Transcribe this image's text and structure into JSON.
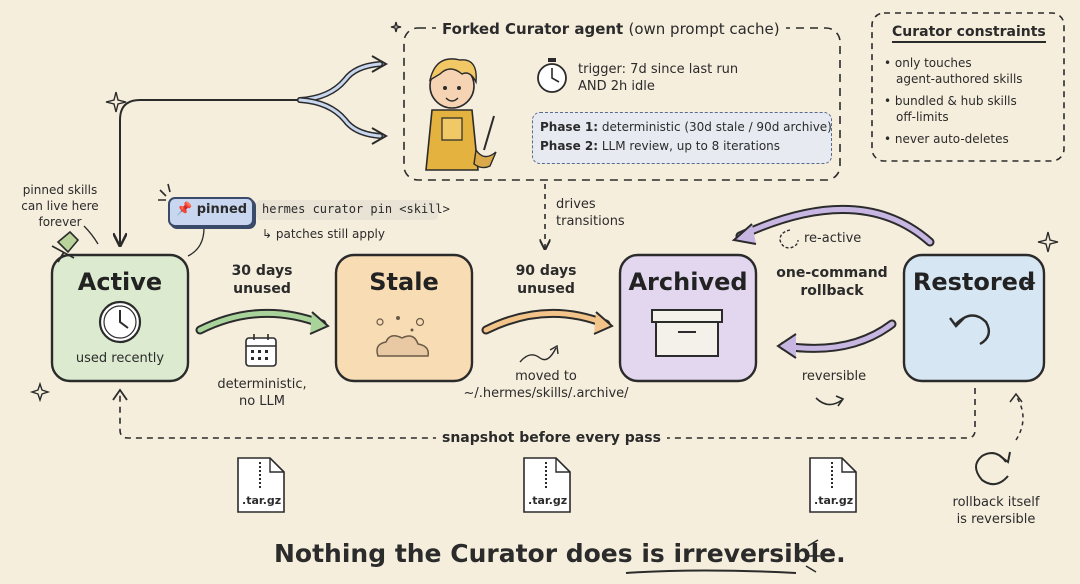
{
  "curator": {
    "title": "Forked Curator agent",
    "title_paren": "(own prompt cache)",
    "trigger_line1": "trigger: 7d since last run",
    "trigger_line2": "AND 2h idle",
    "phase1_label": "Phase 1:",
    "phase1_text": "deterministic (30d stale / 90d archive)",
    "phase2_label": "Phase 2:",
    "phase2_text": "LLM review, up to 8 iterations"
  },
  "constraints": {
    "title": "Curator constraints",
    "items": [
      "only touches",
      "agent-authored skills",
      "bundled & hub skills",
      "off-limits",
      "never auto-deletes"
    ]
  },
  "notes": {
    "pinned_line1": "pinned skills",
    "pinned_line2": "can live here",
    "pinned_line3": "forever",
    "pinned_tag": "pinned",
    "pin_command": "hermes curator pin <skill>",
    "patches": "↳ patches still apply",
    "drives_line1": "drives",
    "drives_line2": "transitions",
    "reactive": "re-active",
    "rollback_line1": "one-command",
    "rollback_line2": "rollback",
    "reversible": "reversible",
    "t30_line1": "30 days",
    "t30_line2": "unused",
    "t90_line1": "90 days",
    "t90_line2": "unused",
    "det_line1": "deterministic,",
    "det_line2": "no LLM",
    "moved_line1": "moved to",
    "moved_line2": "~/.hermes/skills/.archive/",
    "snapshot": "snapshot before every pass",
    "rb_line1": "rollback itself",
    "rb_line2": "is reversible"
  },
  "states": {
    "active": {
      "title": "Active",
      "subtitle": "used recently",
      "color": "#dcebcf"
    },
    "stale": {
      "title": "Stale",
      "color": "#f7dcb4"
    },
    "archived": {
      "title": "Archived",
      "color": "#e2d7ef"
    },
    "restored": {
      "title": "Restored",
      "color": "#d6e6f2"
    }
  },
  "archives": [
    "tar.gz",
    "tar.gz",
    "tar.gz"
  ],
  "footer": {
    "text_before": "Nothing the Curator does is ",
    "text_emph": "irreversible",
    "text_after": "."
  },
  "icons": [
    "clock-icon",
    "stopwatch-icon",
    "pushpin-icon",
    "calendar-icon",
    "dust-icon",
    "box-icon",
    "undo-icon",
    "zip-file-icon",
    "refresh-icon",
    "robot-curator-icon"
  ]
}
